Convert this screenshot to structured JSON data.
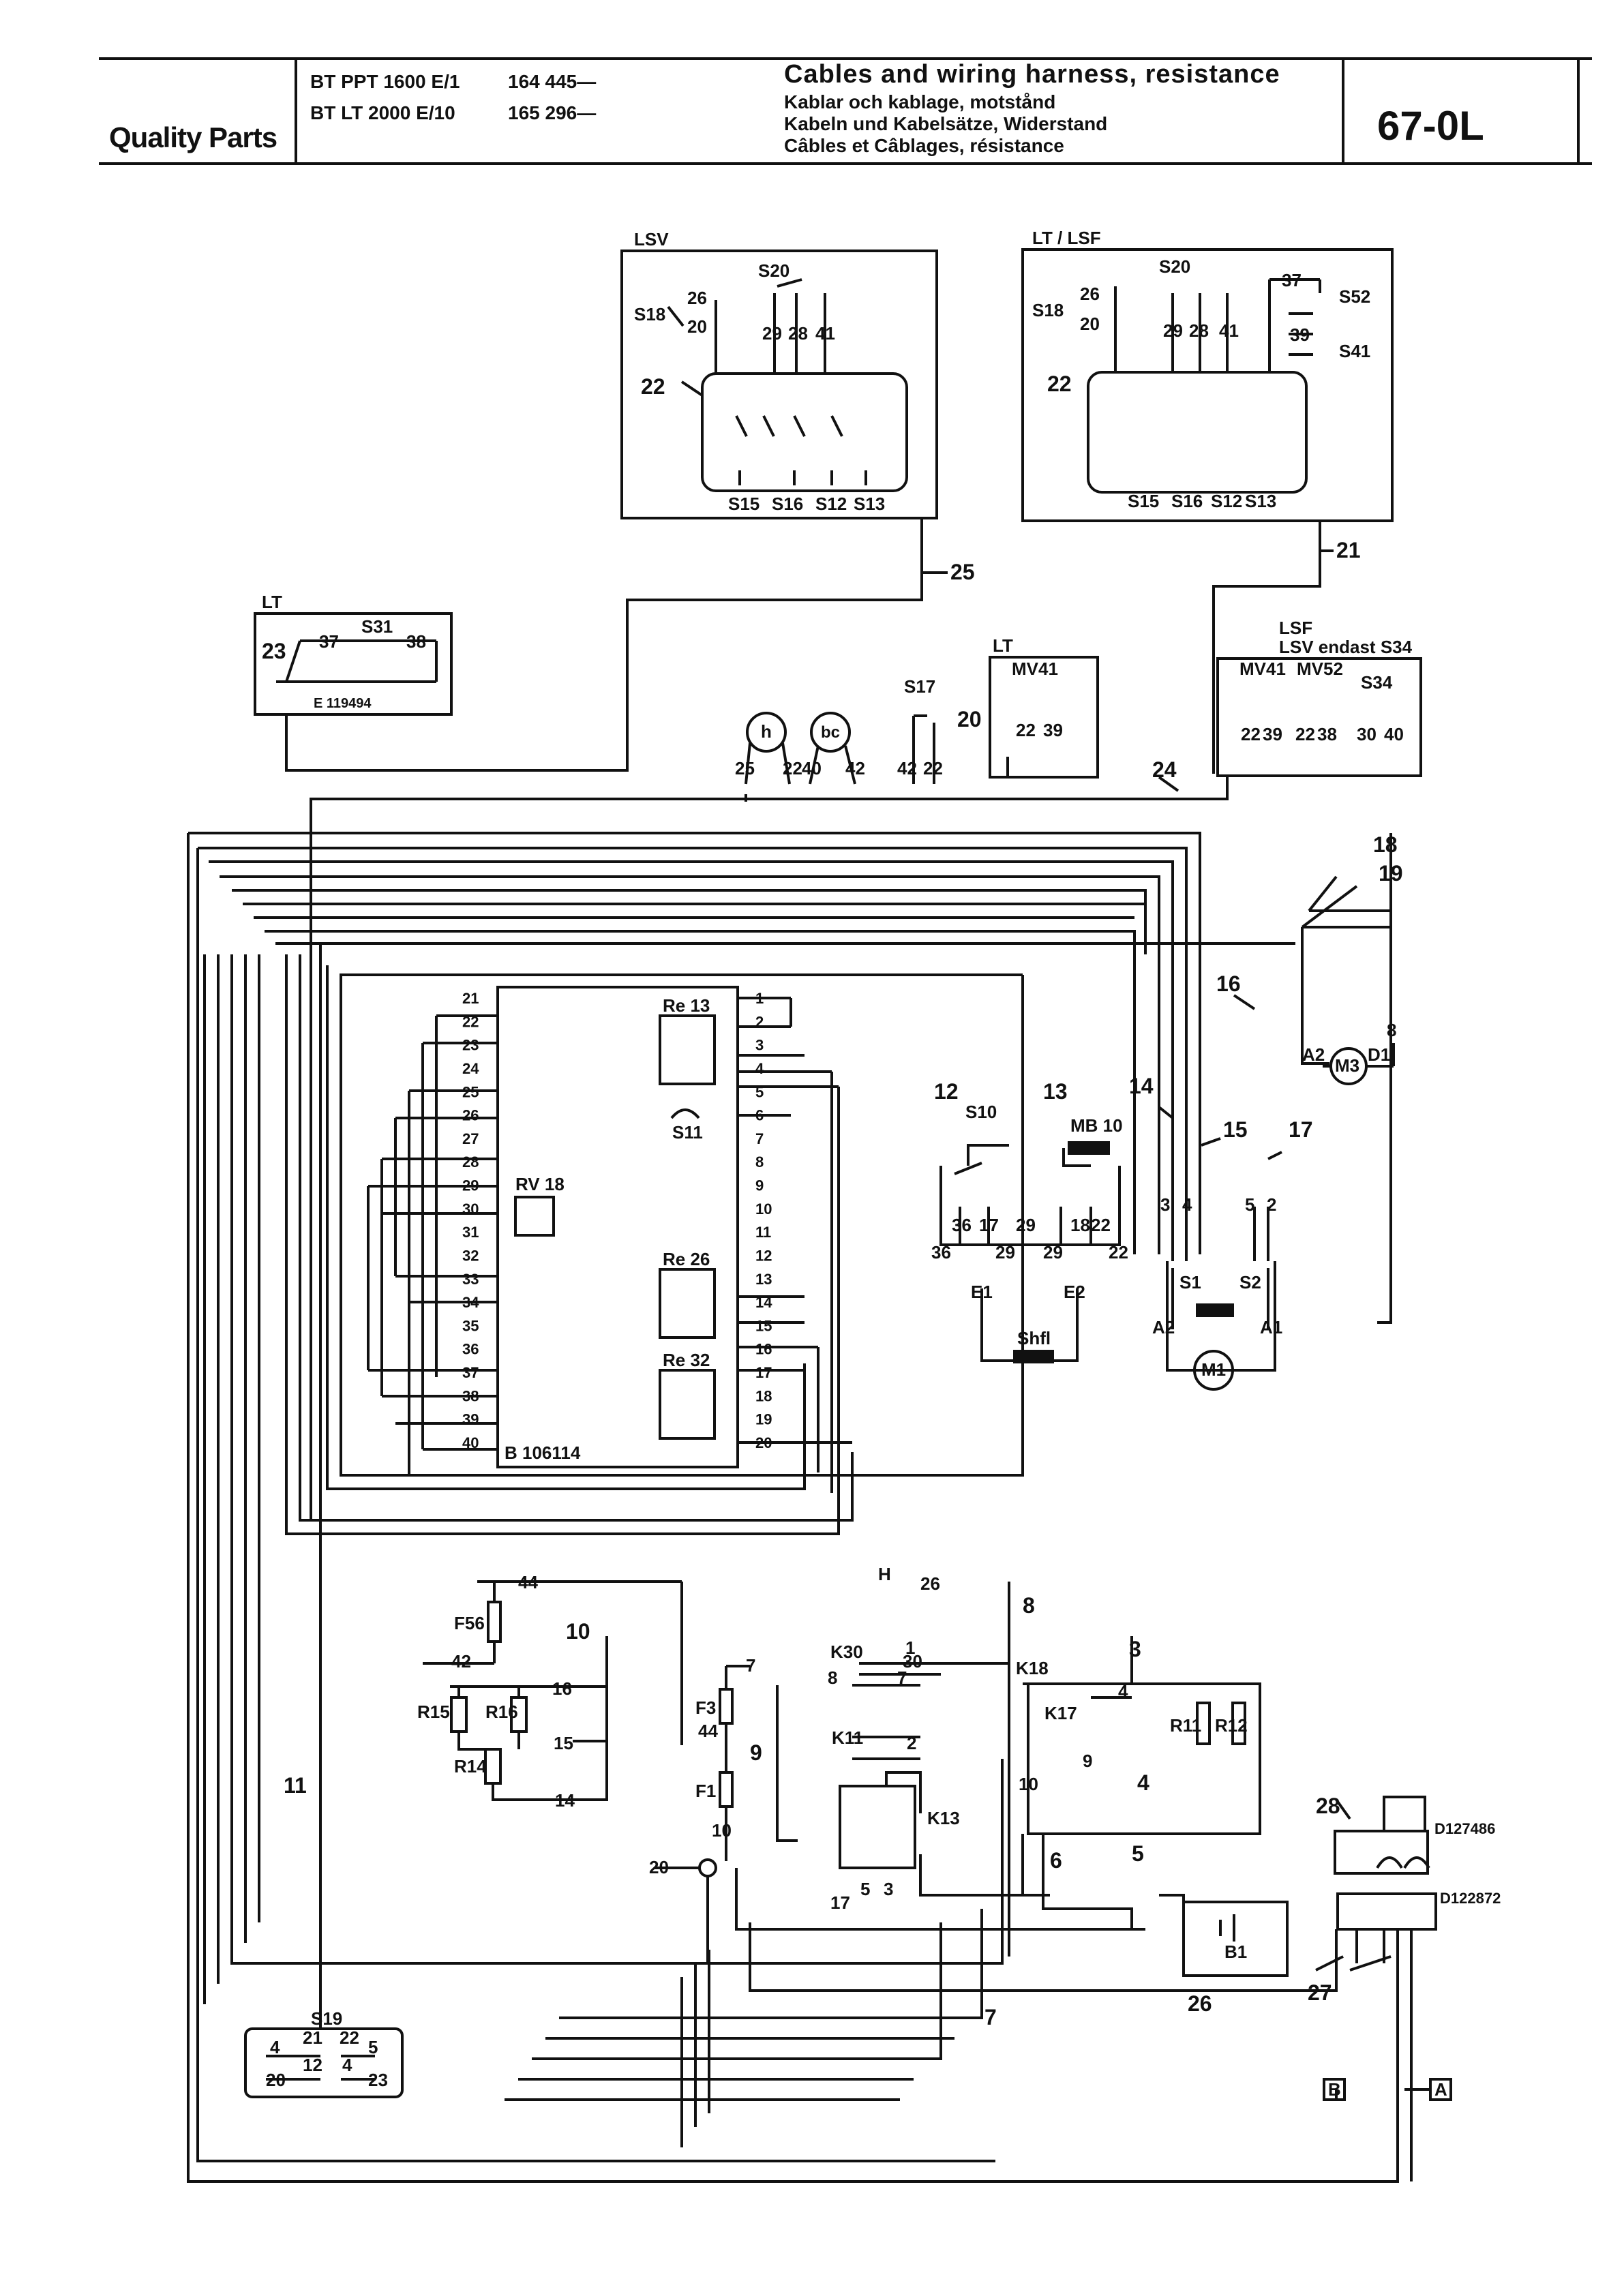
{
  "header": {
    "brand": "Quality Parts",
    "models": [
      {
        "name": "BT PPT 1600 E/1",
        "serial": "164 445—"
      },
      {
        "name": "BT LT 2000 E/10",
        "serial": "165 296—"
      }
    ],
    "title_en": "Cables and wiring harness, resistance",
    "title_sv": "Kablar och kablage, motstånd",
    "title_de": "Kabeln und Kabelsätze, Widerstand",
    "title_fr": "Câbles et Câblages, résistance",
    "page_number": "67-0L"
  },
  "diagram": {
    "boxes": {
      "lsv": {
        "title": "LSV",
        "s20": "S20",
        "s18": "S18",
        "w26": "26",
        "w20": "20",
        "terms": [
          "29",
          "28",
          "41"
        ],
        "label22": "22",
        "bottom": [
          "S15",
          "S16",
          "S12",
          "S13"
        ]
      },
      "ltlsf": {
        "title": "LT / LSF",
        "s20": "S20",
        "s18": "S18",
        "w26": "26",
        "w20": "20",
        "terms": [
          "29",
          "28",
          "41"
        ],
        "label22": "22",
        "s52": "S52",
        "s41": "S41",
        "w37": "37",
        "w39": "39",
        "bottom": [
          "S15",
          "S16",
          "S12",
          "S13"
        ]
      },
      "lt_left": {
        "title": "LT",
        "s31": "S31",
        "label23": "23",
        "w37": "37",
        "w38": "38",
        "part": "E 119494"
      },
      "lt_mv": {
        "title": "LT",
        "mv": "MV41",
        "terms": [
          "22",
          "39"
        ],
        "label20": "20"
      },
      "lsf": {
        "title1": "LSF",
        "title2": "LSV endast S34",
        "mv41": "MV41",
        "mv52": "MV52",
        "s34": "S34",
        "terms": [
          "22",
          "39",
          "22",
          "38",
          "30",
          "40"
        ],
        "label24": "24"
      },
      "s19": {
        "title": "S19",
        "left": [
          "4",
          "20"
        ],
        "mid": [
          "21",
          "22",
          "12",
          "4"
        ],
        "right": [
          "5",
          "23"
        ]
      }
    },
    "instruments": {
      "h": "h",
      "bc": "bc",
      "s17": "S17",
      "terms": [
        "25",
        "22",
        "40",
        "42",
        "42",
        "22"
      ]
    },
    "board": {
      "left_pins": [
        "21",
        "22",
        "23",
        "24",
        "25",
        "26",
        "27",
        "28",
        "29",
        "30",
        "31",
        "32",
        "33",
        "34",
        "35",
        "36",
        "37",
        "38",
        "39",
        "40"
      ],
      "right_pins": [
        "1",
        "2",
        "3",
        "4",
        "5",
        "6",
        "7",
        "8",
        "9",
        "10",
        "11",
        "12",
        "13",
        "14",
        "15",
        "16",
        "17",
        "18",
        "19",
        "20"
      ],
      "relays": [
        "Re 13",
        "Re 26",
        "Re 32"
      ],
      "rv": "RV 18",
      "s11": "S11",
      "part": "B 106114"
    },
    "pump_motor": {
      "s10": "S10",
      "mb": "MB 10",
      "terms": [
        "36",
        "17",
        "29",
        "18",
        "22"
      ],
      "lower": [
        "36",
        "29",
        "29",
        "22"
      ],
      "e1": "E1",
      "e2": "E2",
      "shunt": "Shfl"
    },
    "motor1": {
      "name": "M1",
      "terms": [
        "3",
        "4",
        "5",
        "2"
      ],
      "s1": "S1",
      "s2": "S2",
      "a2": "A2",
      "a1": "A1"
    },
    "motor3": {
      "name": "M3",
      "a2": "A2",
      "d1": "D1",
      "term": "8"
    },
    "resistors": {
      "f56": "F56",
      "w44": "44",
      "w42": "42",
      "r15": "R15",
      "r16": "R16",
      "r14": "R14",
      "w16": "16",
      "w15": "15",
      "w14": "14"
    },
    "fuses": {
      "f3": "F3",
      "f1": "F1",
      "w7": "7",
      "w44": "44",
      "w10": "10"
    },
    "relays_lower": {
      "k30": "K30",
      "k11": "K11",
      "k13": "K13",
      "k18": "K18",
      "k17": "K17",
      "r11": "R11",
      "r12": "R12",
      "b1": "B1",
      "w26": "26",
      "h": "H",
      "w8": "8",
      "w7": "7",
      "w1": "1",
      "w30": "30",
      "w2": "2",
      "w4": "4",
      "w9": "9",
      "w10": "10",
      "w5": "5",
      "w3": "3",
      "w17": "17",
      "w20": "20"
    },
    "connectors": {
      "d127486": "D127486",
      "d122872": "D122872",
      "label28": "28",
      "label27": "27",
      "label26": "26",
      "box_b": "B",
      "box_a": "A"
    },
    "callouts": [
      "25",
      "21",
      "18",
      "19",
      "16",
      "14",
      "15",
      "17",
      "12",
      "13",
      "10",
      "11",
      "9",
      "8",
      "7",
      "6",
      "5",
      "4",
      "3"
    ]
  }
}
